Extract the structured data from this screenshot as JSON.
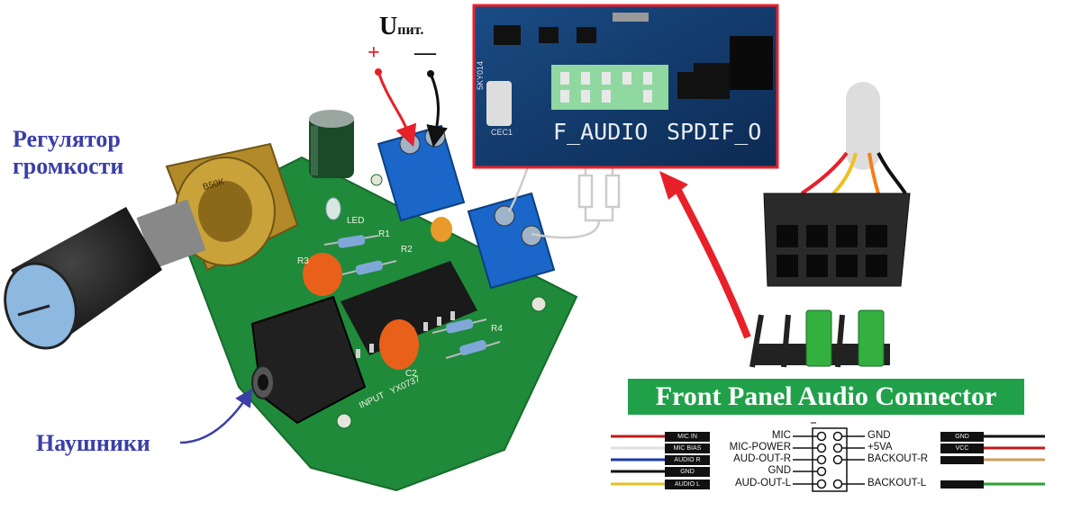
{
  "labels": {
    "volume_line1": "Регулятор",
    "volume_line2": "громкости",
    "headphones": "Наушники",
    "supply_u": "U",
    "supply_sub": "пит.",
    "plus": "+",
    "minus": "—",
    "front_panel_title": "Front Panel Audio Connector",
    "mb_f_audio": "F_AUDIO",
    "mb_spdif": "SPDIF_O",
    "mb_cec": "CEC1",
    "mb_chip": "5KY014",
    "pcb_input": "INPUT",
    "pcb_model": "YX0737",
    "pcb_c2": "C2",
    "pcb_r1": "R1",
    "pcb_r2": "R2",
    "pcb_r3": "R3",
    "pcb_r4": "R4",
    "pcb_led": "LED",
    "pcb_b50k": "B50K"
  },
  "pinout": {
    "left_pins": [
      "MIC",
      "MIC-POWER",
      "AUD-OUT-R",
      "GND",
      "AUD-OUT-L"
    ],
    "right_pins": [
      "GND",
      "+5VA",
      "BACKOUT-R",
      "",
      "BACKOUT-L"
    ],
    "left_tags": [
      "MIC IN",
      "MIC BIAS",
      "AUDIO R",
      "GND",
      "AUDIO L"
    ],
    "right_tags": [
      "GND",
      "VCC",
      "",
      "",
      ""
    ]
  },
  "colors": {
    "arrow_red": "#e8202a",
    "label_blue": "#3a3fa8",
    "banner_green": "#21a04a",
    "pcb_green": "#1f8a3a",
    "terminal_blue": "#1a66c9",
    "mb_blue": "#123a6b",
    "header_green": "#8fd8a0"
  },
  "icons": {
    "arrow": "curved-arrow",
    "knob": "rotary-knob",
    "jack": "audio-jack"
  }
}
